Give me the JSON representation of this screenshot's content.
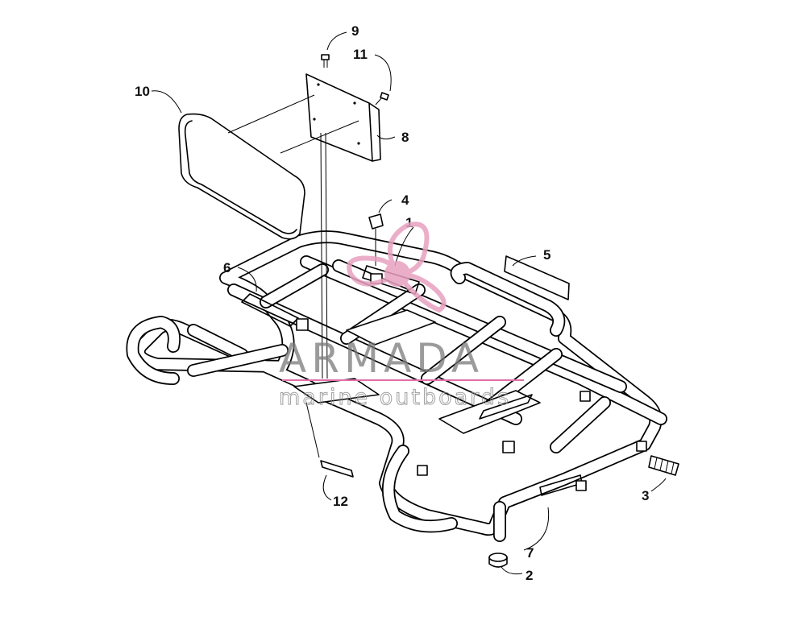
{
  "diagram": {
    "callouts": [
      {
        "id": "c1",
        "text": "1"
      },
      {
        "id": "c2",
        "text": "2"
      },
      {
        "id": "c3",
        "text": "3"
      },
      {
        "id": "c4",
        "text": "4"
      },
      {
        "id": "c5",
        "text": "5"
      },
      {
        "id": "c6",
        "text": "6"
      },
      {
        "id": "c7",
        "text": "7"
      },
      {
        "id": "c8",
        "text": "8"
      },
      {
        "id": "c9",
        "text": "9"
      },
      {
        "id": "c10",
        "text": "10"
      },
      {
        "id": "c11",
        "text": "11"
      },
      {
        "id": "c12",
        "text": "12"
      }
    ]
  },
  "watermark": {
    "title": "ARMADA",
    "subtitle": "marine outboards",
    "logo_color": "#e8a0c0",
    "underline_color": "#e070a8"
  }
}
